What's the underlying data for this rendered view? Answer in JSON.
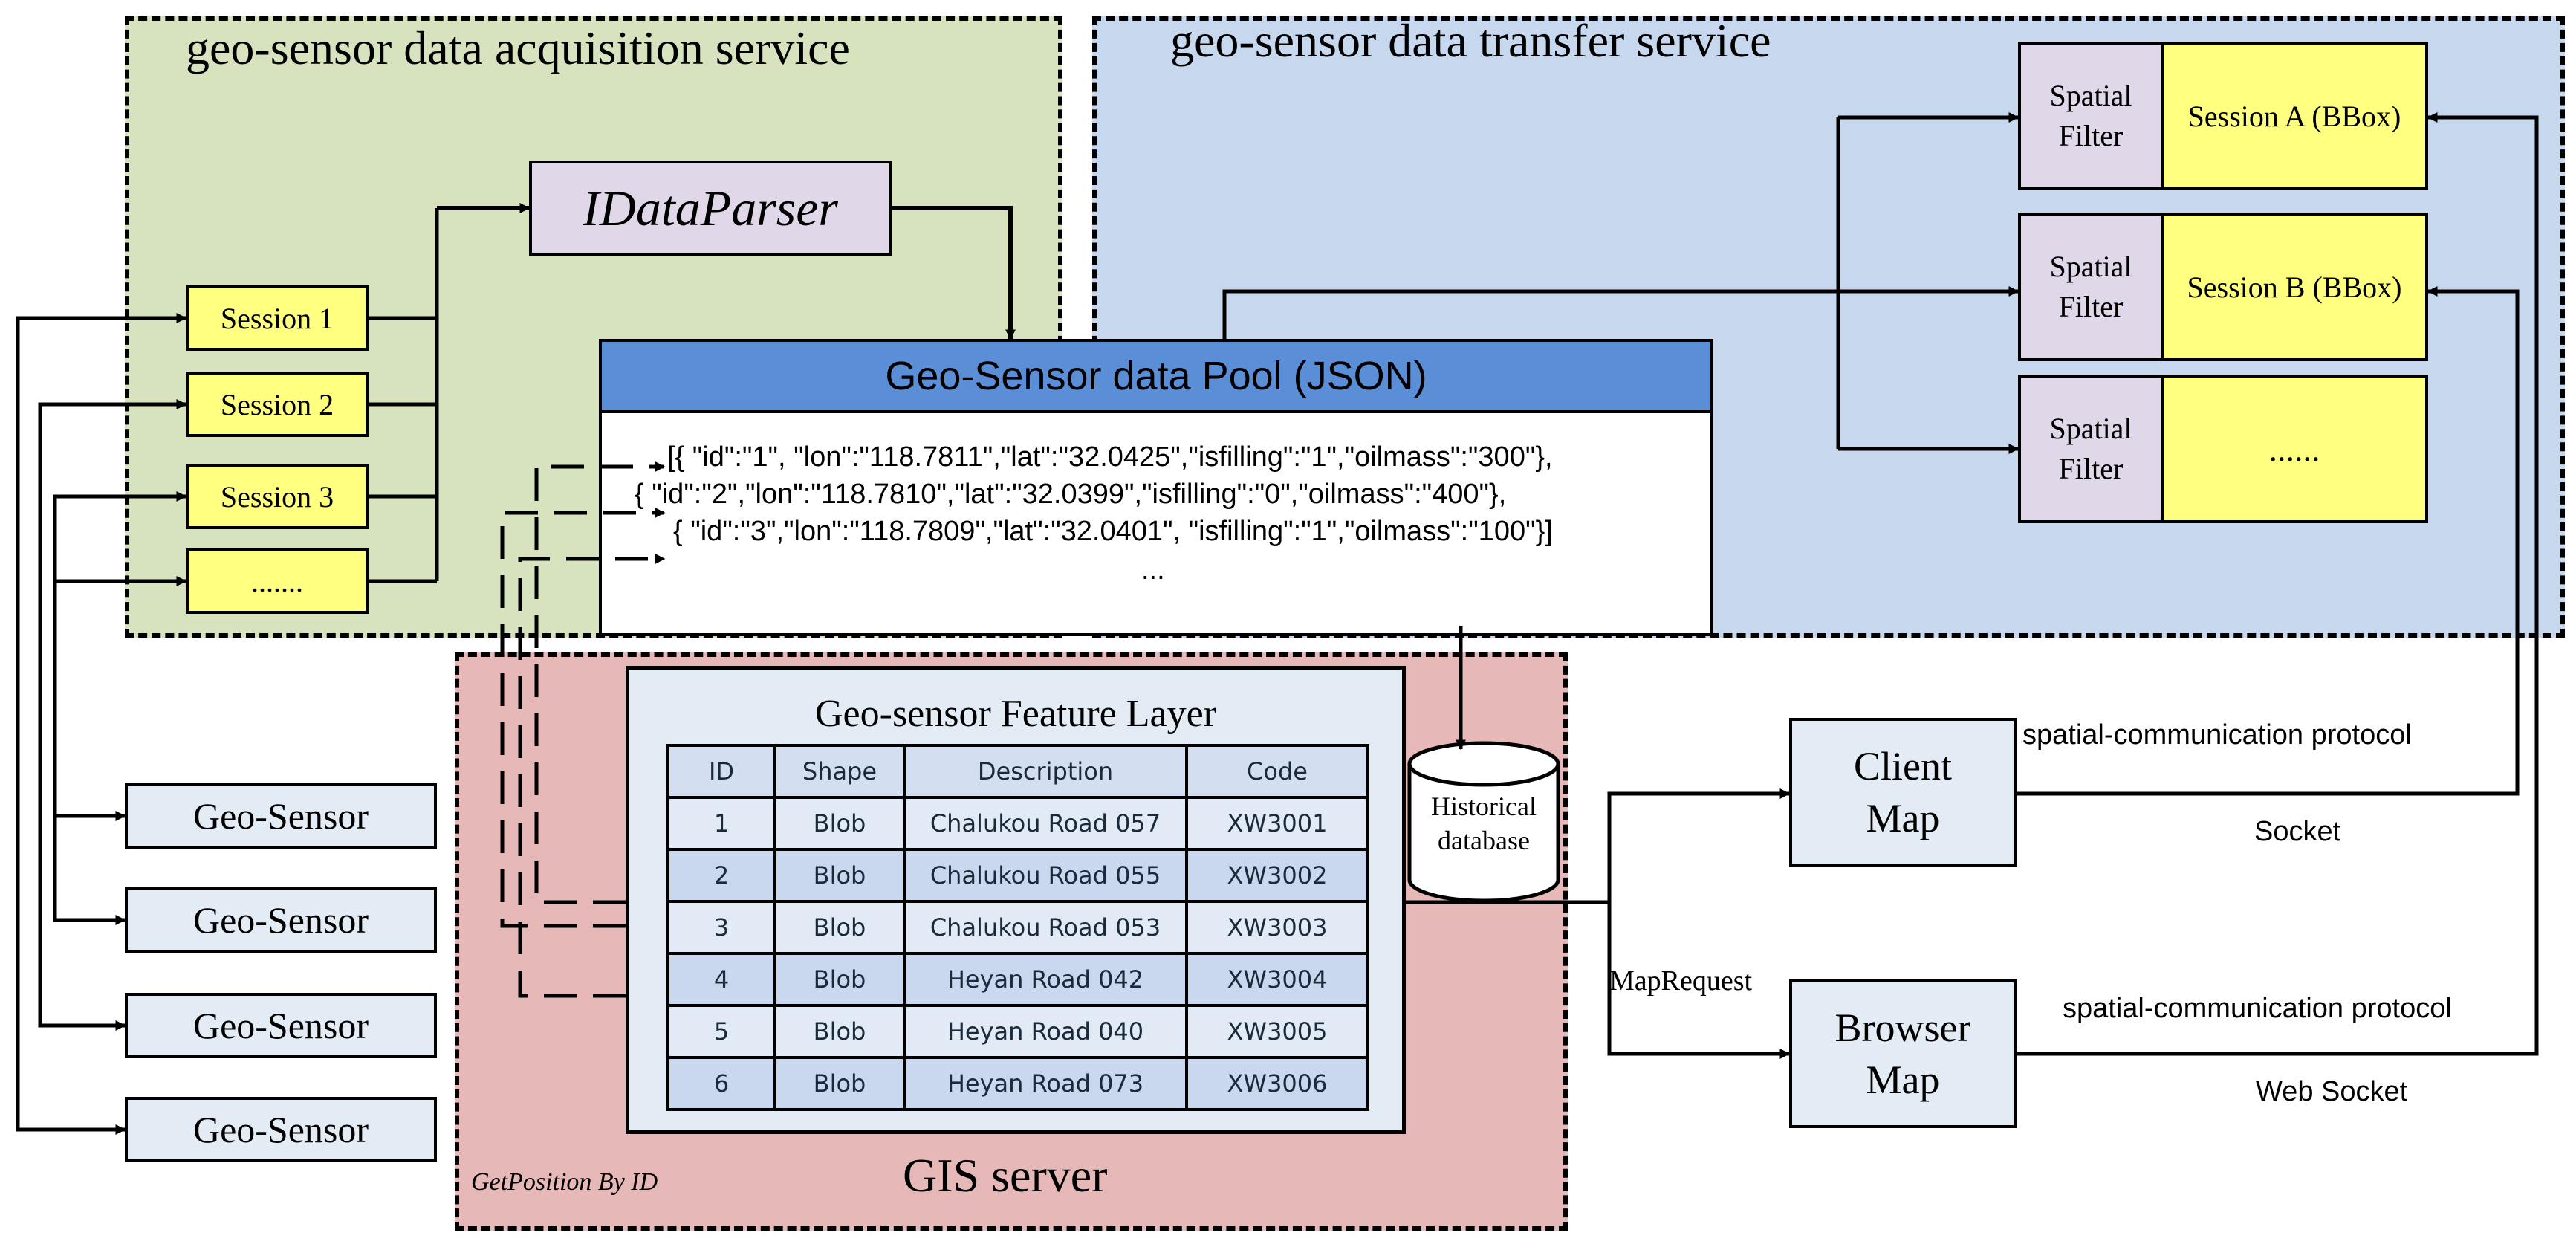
{
  "regions": {
    "acquisition_title": "geo-sensor data acquisition service",
    "transfer_title": "geo-sensor data transfer service",
    "gis_title": "GIS server",
    "gis_caption": "GetPosition By ID"
  },
  "parser": {
    "label": "IDataParser"
  },
  "sessions": [
    "Session 1",
    "Session 2",
    "Session 3",
    "......."
  ],
  "sensors": [
    "Geo-Sensor",
    "Geo-Sensor",
    "Geo-Sensor",
    "Geo-Sensor"
  ],
  "pod": {
    "title": "Geo-Sensor data Pool (JSON)",
    "lines": [
      "[{ \"id\":\"1\", \"lon\":\"118.7811\",\"lat\":\"32.0425\",\"isfilling\":\"1\",\"oilmass\":\"300\"},",
      "{ \"id\":\"2\",\"lon\":\"118.7810\",\"lat\":\"32.0399\",\"isfilling\":\"0\",\"oilmass\":\"400\"},",
      "{ \"id\":\"3\",\"lon\":\"118.7809\",\"lat\":\"32.0401\", \"isfilling\":\"1\",\"oilmass\":\"100\"}]",
      "..."
    ]
  },
  "filters": [
    {
      "filter": "Spatial Filter",
      "session": "Session A (BBox)"
    },
    {
      "filter": "Spatial Filter",
      "session": "Session B (BBox)"
    },
    {
      "filter": "Spatial Filter",
      "session": "......"
    }
  ],
  "feature_layer": {
    "title": "Geo-sensor Feature Layer",
    "columns": [
      "ID",
      "Shape",
      "Description",
      "Code"
    ],
    "rows": [
      [
        "1",
        "Blob",
        "Chalukou Road 057",
        "XW3001"
      ],
      [
        "2",
        "Blob",
        "Chalukou Road 055",
        "XW3002"
      ],
      [
        "3",
        "Blob",
        "Chalukou Road 053",
        "XW3003"
      ],
      [
        "4",
        "Blob",
        "Heyan Road 042",
        "XW3004"
      ],
      [
        "5",
        "Blob",
        "Heyan Road 040",
        "XW3005"
      ],
      [
        "6",
        "Blob",
        "Heyan Road 073",
        "XW3006"
      ]
    ]
  },
  "database": {
    "label": "Historical database"
  },
  "client_map": {
    "label": "Client Map",
    "protocol": "spatial-communication protocol",
    "transport": "Socket"
  },
  "browser_map": {
    "label": "Browser Map",
    "protocol": "spatial-communication protocol",
    "transport": "Web Socket"
  },
  "map_request": "MapRequest",
  "colors": {
    "acquisition_bg": "#d7e3bf",
    "transfer_bg": "#c6d7ee",
    "gis_bg": "#e6b9b8",
    "pod_header": "#5a8ed6",
    "session_fill": "#ffff80",
    "filter_fill": "#e0d8e8"
  }
}
